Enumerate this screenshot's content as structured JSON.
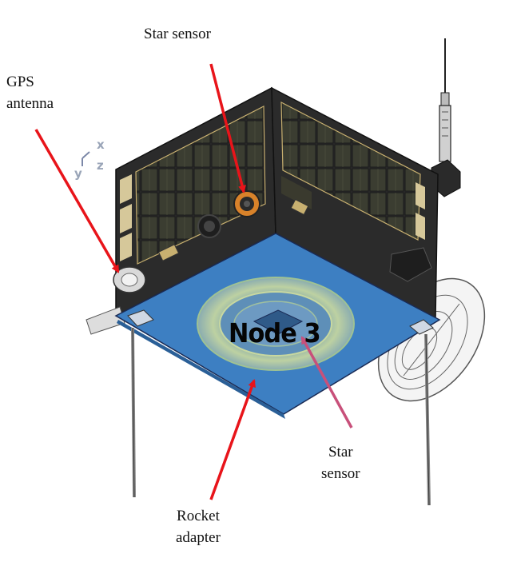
{
  "labels": {
    "star_sensor_top": "Star sensor",
    "gps_antenna": [
      "GPS",
      "antenna"
    ],
    "star_sensor_bottom": [
      "Star",
      "sensor"
    ],
    "rocket_adapter": [
      "Rocket",
      "adapter"
    ],
    "node": "Node 3"
  },
  "axes": {
    "x": "x",
    "y": "y",
    "z": "z"
  },
  "colors": {
    "arrow": "#e8141a",
    "pink_arrow": "#c8507a",
    "bottom_panel": "#3d7fc2",
    "frame": "#2a2a2a",
    "solar_cell": "#3a3a2e",
    "panel_trim": "#c8b070"
  }
}
